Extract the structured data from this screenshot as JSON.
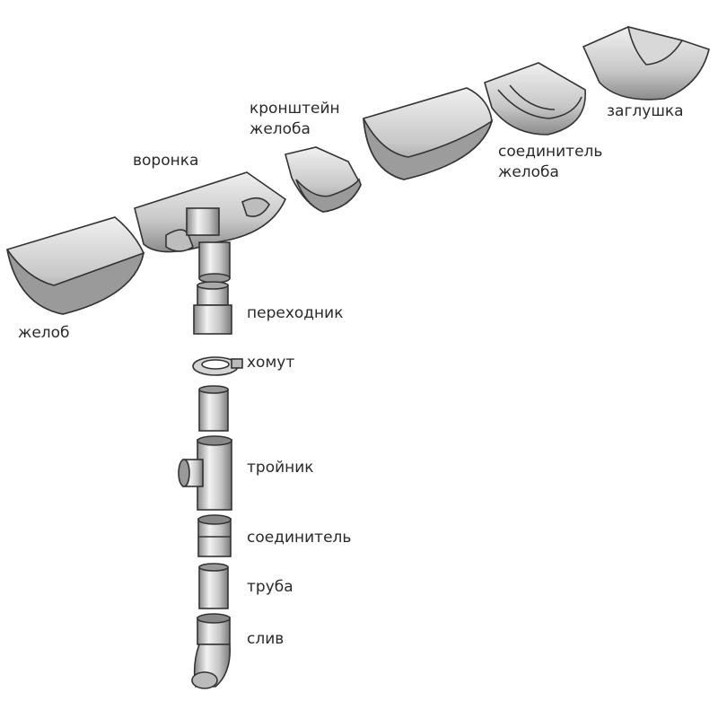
{
  "labels": {
    "gutter": "желоб",
    "funnel": "воронка",
    "bracket_line1": "кронштейн",
    "bracket_line2": "желоба",
    "gutter_connector_line1": "соединитель",
    "gutter_connector_line2": "желоба",
    "end_cap": "заглушка",
    "adapter": "переходник",
    "clamp": "хомут",
    "tee": "тройник",
    "connector": "соединитель",
    "pipe": "труба",
    "outlet": "слив"
  },
  "colors": {
    "metal_light": "#e8e8e8",
    "metal_mid": "#b9b9b9",
    "metal_dark": "#7a7a7a",
    "outline": "#333333",
    "text": "#2a2a2a"
  }
}
